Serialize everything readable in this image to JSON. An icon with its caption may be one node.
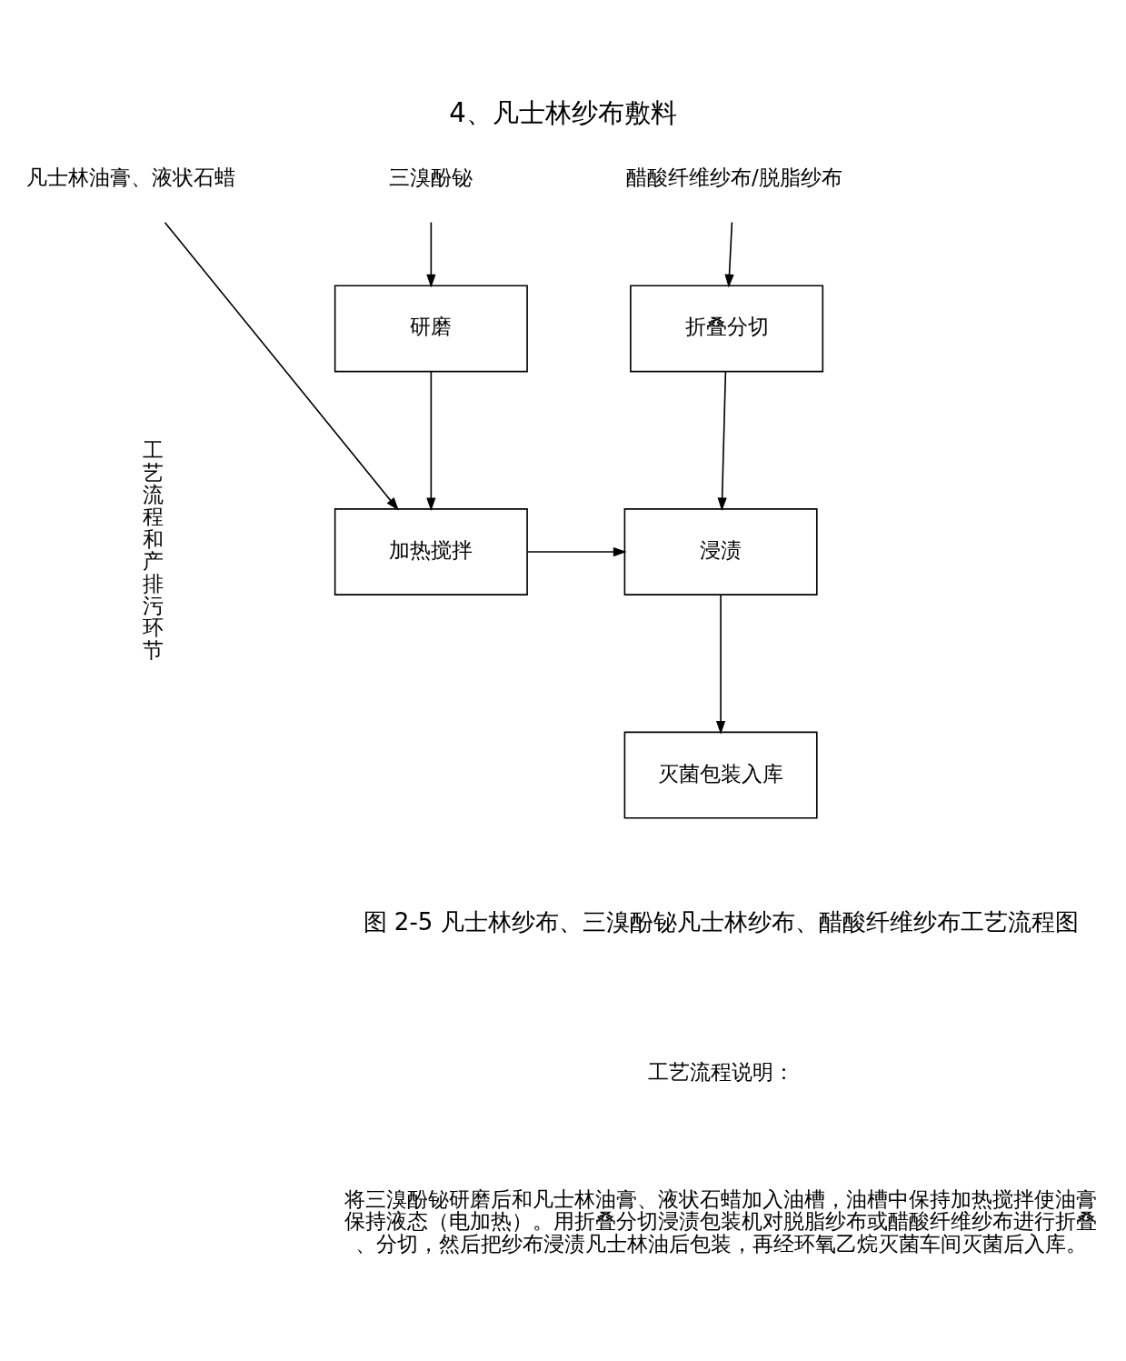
{
  "diagram": {
    "title": "4、凡士林纱布敷料",
    "caption": "图 2-5 凡士林纱布、三溴酚铋凡士林纱布、醋酸纤维纱布工艺流程图",
    "nodes": [
      {
        "text": [
          "醋酸纤维纱布/脱脂纱布"
        ]
      },
      {
        "text": [
          "凡士林油膏、液状石蜡"
        ]
      },
      {
        "text": [
          "三溴酚铋"
        ]
      },
      {
        "text": [
          "折叠分切"
        ]
      },
      {
        "text": [
          "研磨"
        ]
      },
      {
        "text": [
          "浸渍"
        ]
      },
      {
        "text": [
          "加热搅拌"
        ]
      },
      {
        "text": [
          "灭菌包装入库"
        ]
      }
    ],
    "edges": [
      {
        "from": 0,
        "to": 3,
        "arrow": "to"
      },
      {
        "from": 1,
        "to": 6,
        "arrow": "to"
      },
      {
        "from": 2,
        "to": 4,
        "arrow": "to"
      },
      {
        "from": 3,
        "to": 5,
        "arrow": "to"
      },
      {
        "from": 6,
        "to": 5,
        "arrow": "to"
      },
      {
        "from": 4,
        "to": 6,
        "arrow": "to"
      },
      {
        "from": 5,
        "to": 7,
        "arrow": "to"
      }
    ],
    "labels": [
      "工艺流程和产排污环节",
      "工艺流程说明：",
      "将三溴酚铋研磨后和凡士林油膏、液状石蜡加入油槽，油槽中保持加热搅拌使油膏保持液态（电加热）。用折叠分切浸渍包装机对脱脂纱布或醋酸纤维纱布进行折叠、分切，然后把纱布浸渍凡士林油后包装，再经环氧乙烷灭菌车间灭菌后入库。"
    ]
  }
}
